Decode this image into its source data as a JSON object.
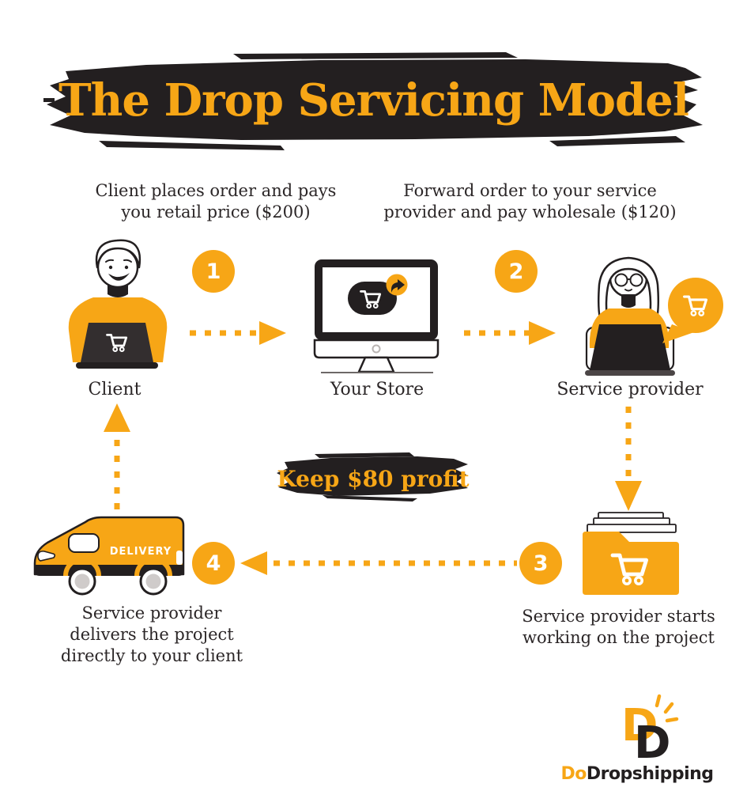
{
  "title": "The Drop Servicing Model",
  "profit_banner": "Keep $80 profit",
  "steps": [
    {
      "number": "1",
      "lines": [
        "Client places order and pays",
        "you retail price ($200)"
      ]
    },
    {
      "number": "2",
      "lines": [
        "Forward order to your service",
        "provider and pay wholesale ($120)"
      ]
    },
    {
      "number": "3",
      "lines": [
        "Service provider starts",
        "working on the project"
      ]
    },
    {
      "number": "4",
      "lines": [
        "Service provider",
        "delivers the project",
        "directly to your client"
      ]
    }
  ],
  "nodes": {
    "client": "Client",
    "store": "Your Store",
    "provider": "Service provider"
  },
  "van_text": "DELIVERY",
  "logo": {
    "do": "Do",
    "rest": "Dropshipping"
  },
  "icons": {
    "cart-icon": "shopping-cart",
    "share-icon": "forward-arrow",
    "delivery-van-icon": "delivery-van",
    "folder-icon": "project-folder",
    "speech-bubble-icon": "speech-bubble-with-cart"
  },
  "colors": {
    "orange": "#F7A616",
    "ink": "#231F20",
    "text": "#2B2627",
    "wheel_gray": "#CFCBCA",
    "background": "#FFFFFF"
  }
}
